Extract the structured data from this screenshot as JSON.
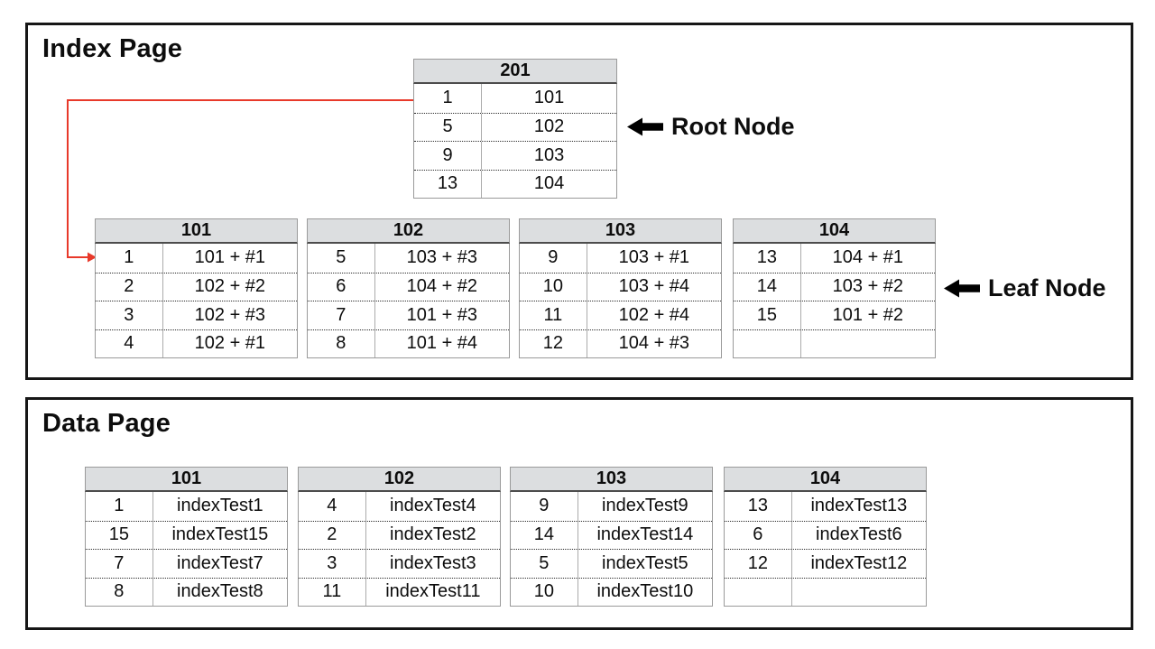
{
  "index_page": {
    "title": "Index Page",
    "root_label": "Root Node",
    "leaf_label": "Leaf Node",
    "root_table": {
      "header": "201",
      "rows": [
        [
          "1",
          "101"
        ],
        [
          "5",
          "102"
        ],
        [
          "9",
          "103"
        ],
        [
          "13",
          "104"
        ]
      ]
    },
    "leaf_tables": [
      {
        "header": "101",
        "rows": [
          [
            "1",
            "101 + #1"
          ],
          [
            "2",
            "102 + #2"
          ],
          [
            "3",
            "102 + #3"
          ],
          [
            "4",
            "102 + #1"
          ]
        ]
      },
      {
        "header": "102",
        "rows": [
          [
            "5",
            "103 + #3"
          ],
          [
            "6",
            "104 + #2"
          ],
          [
            "7",
            "101 + #3"
          ],
          [
            "8",
            "101 + #4"
          ]
        ]
      },
      {
        "header": "103",
        "rows": [
          [
            "9",
            "103 + #1"
          ],
          [
            "10",
            "103 + #4"
          ],
          [
            "11",
            "102 + #4"
          ],
          [
            "12",
            "104 + #3"
          ]
        ]
      },
      {
        "header": "104",
        "rows": [
          [
            "13",
            "104 + #1"
          ],
          [
            "14",
            "103 + #2"
          ],
          [
            "15",
            "101 + #2"
          ],
          [
            "",
            ""
          ]
        ]
      }
    ]
  },
  "data_page": {
    "title": "Data Page",
    "tables": [
      {
        "header": "101",
        "rows": [
          [
            "1",
            "indexTest1"
          ],
          [
            "15",
            "indexTest15"
          ],
          [
            "7",
            "indexTest7"
          ],
          [
            "8",
            "indexTest8"
          ]
        ]
      },
      {
        "header": "102",
        "rows": [
          [
            "4",
            "indexTest4"
          ],
          [
            "2",
            "indexTest2"
          ],
          [
            "3",
            "indexTest3"
          ],
          [
            "11",
            "indexTest11"
          ]
        ]
      },
      {
        "header": "103",
        "rows": [
          [
            "9",
            "indexTest9"
          ],
          [
            "14",
            "indexTest14"
          ],
          [
            "5",
            "indexTest5"
          ],
          [
            "10",
            "indexTest10"
          ]
        ]
      },
      {
        "header": "104",
        "rows": [
          [
            "13",
            "indexTest13"
          ],
          [
            "6",
            "indexTest6"
          ],
          [
            "12",
            "indexTest12"
          ],
          [
            "",
            ""
          ]
        ]
      }
    ]
  },
  "colors": {
    "header_bg": "#dcdee0",
    "table_border": "#9a9a9a",
    "connector_red": "#e8392a",
    "box_border": "#161616"
  }
}
